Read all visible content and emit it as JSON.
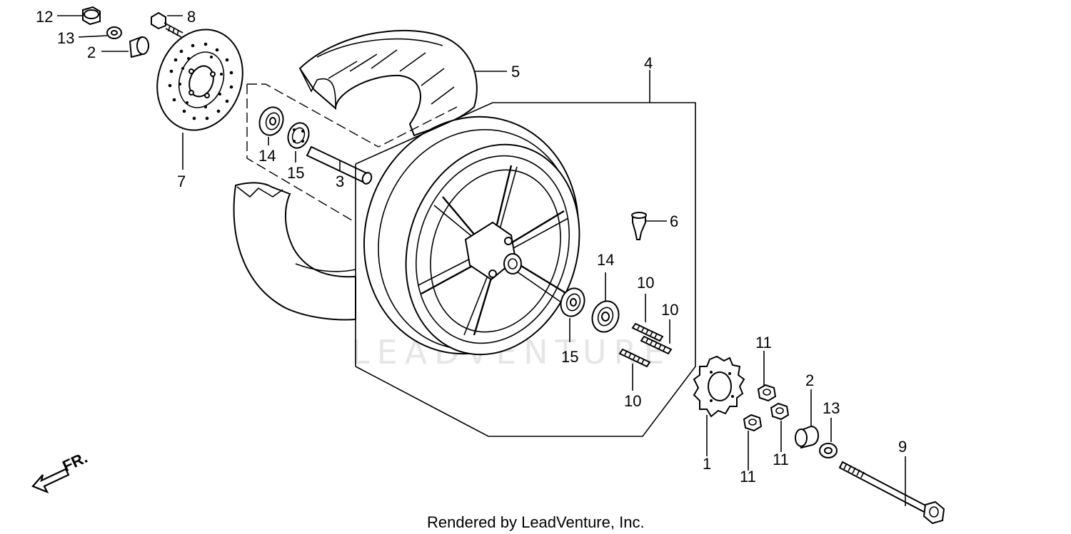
{
  "watermark": "LEADVENTURE",
  "footer": "Rendered by LeadVenture, Inc.",
  "direction_label": "FR.",
  "callouts": {
    "c12": "12",
    "c8": "8",
    "c13a": "13",
    "c2a": "2",
    "c5": "5",
    "c4": "4",
    "c7": "7",
    "c14a": "14",
    "c15a": "15",
    "c3": "3",
    "c6": "6",
    "c14b": "14",
    "c15b": "15",
    "c10a": "10",
    "c10b": "10",
    "c10c": "10",
    "c11a": "11",
    "c2b": "2",
    "c13b": "13",
    "c9": "9",
    "c1": "1",
    "c11b": "11",
    "c11c": "11"
  },
  "colors": {
    "line": "#000000",
    "background": "#ffffff",
    "watermark": "#e6e6e6"
  }
}
